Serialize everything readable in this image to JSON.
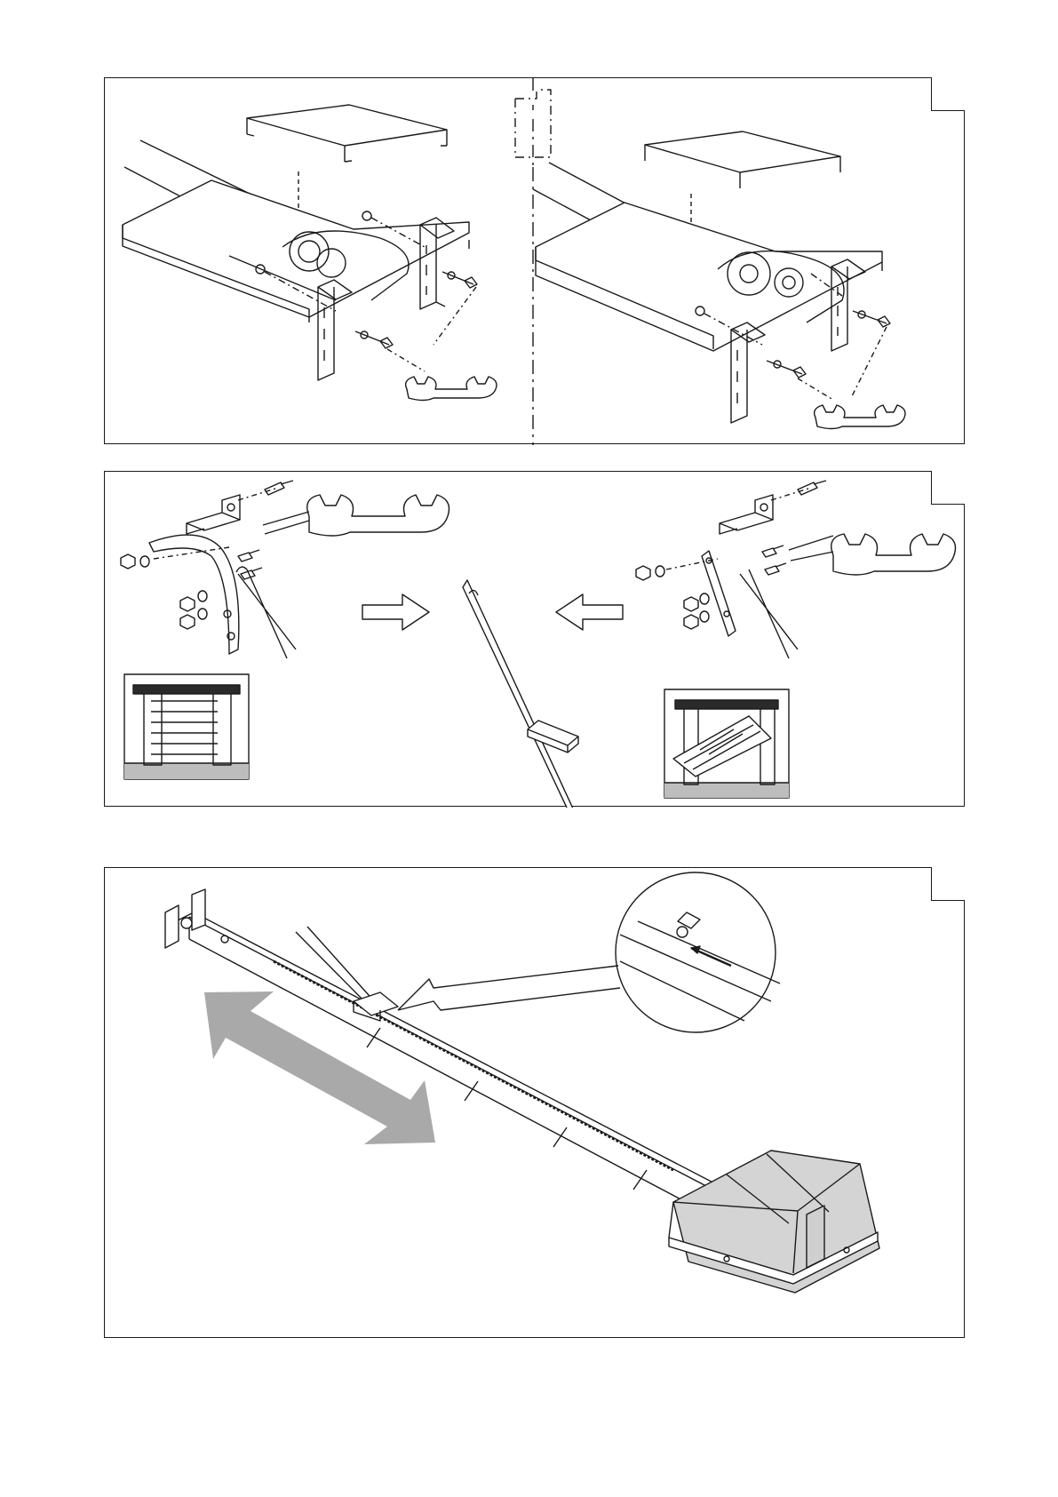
{
  "document": {
    "panels": [
      {
        "id": "panel-1",
        "content": "motor-head-bracket-assembly"
      },
      {
        "id": "panel-2",
        "content": "door-arm-attachment"
      },
      {
        "id": "panel-3",
        "content": "rail-carriage-release"
      }
    ],
    "icons": [
      "wrench-icon",
      "arrow-right-icon",
      "arrow-left-icon",
      "double-arrow-icon",
      "sectional-door-icon",
      "up-and-over-door-icon"
    ],
    "colors": {
      "line": "#1a1a1a",
      "fill": "#ffffff",
      "arrow_gray": "#a9a9a9",
      "motor_gray": "#d4d4d4",
      "inset_floor": "#bdbdbd"
    }
  }
}
